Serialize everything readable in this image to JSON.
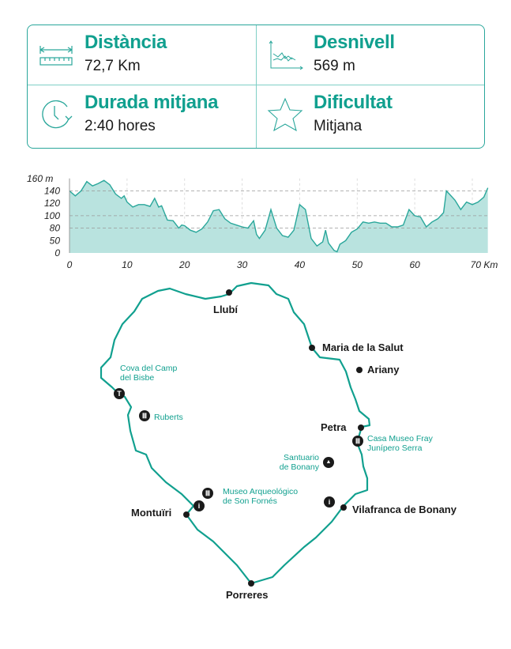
{
  "stats": {
    "distance": {
      "title": "Distància",
      "value": "72,7 Km",
      "icon": "ruler-icon"
    },
    "elevation": {
      "title": "Desnivell",
      "value": "569 m",
      "icon": "elevation-chart-icon"
    },
    "duration": {
      "title": "Durada mitjana",
      "value": "2:40 hores",
      "icon": "clock-icon"
    },
    "difficulty": {
      "title": "Dificultat",
      "value": "Mitjana",
      "icon": "star-icon"
    }
  },
  "colors": {
    "accent": "#11a08f",
    "line": "#2aa79b",
    "fill": "#b9e3df",
    "text": "#1a1a1a"
  },
  "chart_data": {
    "type": "area",
    "xlabel": "Km",
    "ylabel": "m",
    "x_ticks": [
      "0",
      "10",
      "20",
      "30",
      "40",
      "50",
      "60",
      "70 Km"
    ],
    "x_tick_values": [
      0,
      10,
      20,
      30,
      40,
      50,
      60,
      70
    ],
    "y_ticks": [
      "0",
      "50",
      "80",
      "100",
      "120",
      "140",
      "160 m"
    ],
    "y_tick_values": [
      0,
      50,
      80,
      100,
      120,
      140,
      160
    ],
    "xlim": [
      0,
      72.7
    ],
    "x": [
      0,
      1,
      2,
      3,
      4,
      5,
      6,
      7,
      8,
      9,
      9.5,
      10,
      11,
      12,
      13,
      14,
      14.8,
      15.5,
      16,
      17,
      18,
      19,
      19.5,
      20,
      21,
      22,
      23,
      24,
      25,
      26,
      27,
      28,
      29,
      30,
      31,
      32,
      32.5,
      33,
      34,
      35,
      36,
      37,
      38,
      39,
      40,
      41,
      42,
      43,
      44,
      44.5,
      45,
      46,
      46.5,
      47,
      48,
      49,
      50,
      51,
      52,
      53,
      54,
      55,
      56,
      57,
      58,
      59,
      60,
      61,
      62,
      63,
      64,
      65,
      65.5,
      66,
      67,
      68,
      69,
      70,
      71,
      72,
      72.7
    ],
    "y": [
      140,
      132,
      140,
      155,
      148,
      152,
      157,
      150,
      135,
      128,
      132,
      122,
      114,
      118,
      118,
      115,
      128,
      114,
      116,
      93,
      92,
      80,
      85,
      84,
      75,
      70,
      78,
      90,
      108,
      110,
      95,
      88,
      85,
      82,
      80,
      92,
      65,
      55,
      75,
      110,
      80,
      62,
      58,
      75,
      118,
      110,
      55,
      28,
      45,
      75,
      40,
      10,
      5,
      35,
      50,
      70,
      78,
      90,
      88,
      90,
      88,
      88,
      82,
      82,
      85,
      110,
      100,
      98,
      82,
      90,
      95,
      105,
      140,
      135,
      125,
      110,
      122,
      118,
      122,
      130,
      145
    ]
  },
  "map": {
    "towns": [
      "Llubí",
      "Maria de la Salut",
      "Ariany",
      "Petra",
      "Vilafranca de Bonany",
      "Porreres",
      "Montuïri"
    ],
    "pois": {
      "cova": "Cova del Camp\ndel Bisbe",
      "ruberts": "Ruberts",
      "museo_son_fornes": "Museo Arqueológico\nde Son Fornés",
      "casa_museo": "Casa Museo Fray\nJunípero Serra",
      "santuario": "Santuario\nde Bonany"
    },
    "pin_glyphs": {
      "info": "i",
      "museum": "Ⅲ",
      "cave": "T",
      "sanctuary": "▲"
    }
  }
}
